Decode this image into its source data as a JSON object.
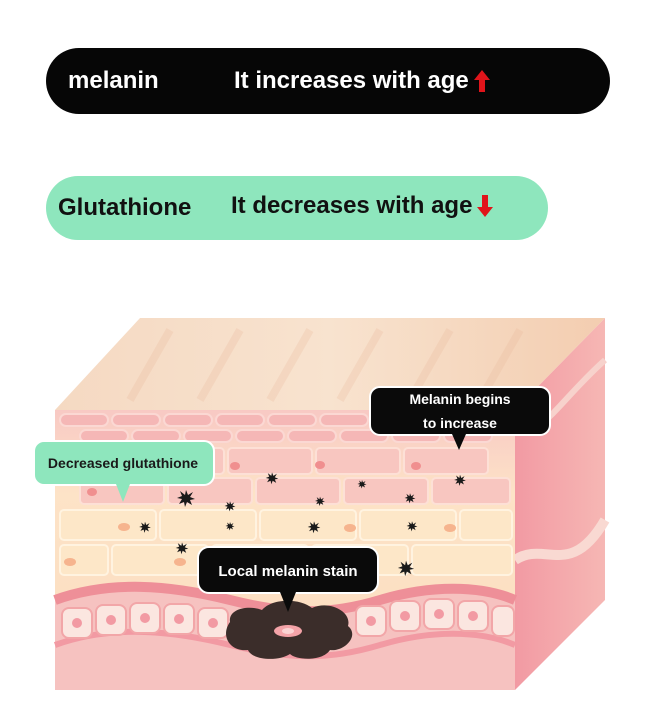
{
  "rows": {
    "melanin": {
      "label": "melanin",
      "text": "It increases with age",
      "arrow": "up",
      "arrow_color": "#e0141a",
      "background": "#060606"
    },
    "glutathione": {
      "label": "Glutathione",
      "text": "It decreases with age",
      "arrow": "down",
      "arrow_color": "#e0141a",
      "background": "#8ee6bd"
    }
  },
  "diagram": {
    "callout_melanin_line1": "Melanin begins",
    "callout_melanin_line2": "to increase",
    "callout_glutathione": "Decreased glutathione",
    "callout_stain": "Local melanin stain",
    "colors": {
      "skin_top": "#f7d7c0",
      "skin_side": "#f4a7ac",
      "cell_pink": "#f6b9b7",
      "cell_cream": "#fde6c8",
      "basal": "#f09aa1",
      "melanin": "#1a1a1a",
      "callout_green": "#8ee6bd"
    }
  }
}
